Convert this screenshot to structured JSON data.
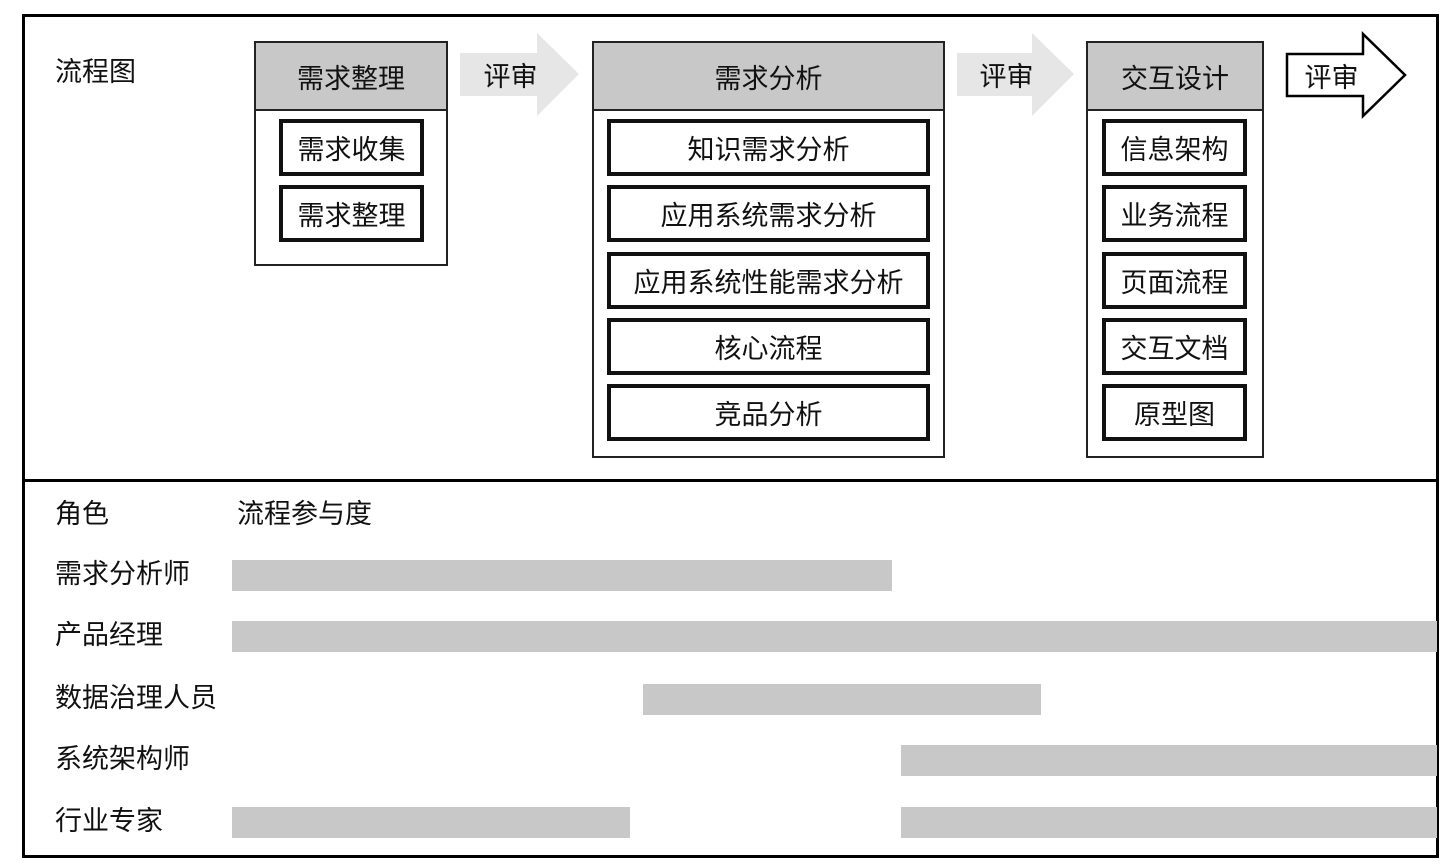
{
  "diagram_label": "流程图",
  "stages": [
    {
      "title": "需求整理",
      "items": [
        "需求收集",
        "需求整理"
      ]
    },
    {
      "title": "需求分析",
      "items": [
        "知识需求分析",
        "应用系统需求分析",
        "应用系统性能需求分析",
        "核心流程",
        "竞品分析"
      ]
    },
    {
      "title": "交互设计",
      "items": [
        "信息架构",
        "业务流程",
        "页面流程",
        "交互文档",
        "原型图"
      ]
    }
  ],
  "arrows": [
    "评审",
    "评审",
    "评审"
  ],
  "roles_header": "角色",
  "participation_header": "流程参与度",
  "roles": [
    {
      "name": "需求分析师",
      "segments_pct": [
        [
          0,
          54.8
        ]
      ]
    },
    {
      "name": "产品经理",
      "segments_pct": [
        [
          0,
          100
        ]
      ]
    },
    {
      "name": "数据治理人员",
      "segments_pct": [
        [
          34.1,
          67.1
        ]
      ]
    },
    {
      "name": "系统架构师",
      "segments_pct": [
        [
          55.5,
          100
        ]
      ]
    },
    {
      "name": "行业专家",
      "segments_pct": [
        [
          0,
          33
        ],
        [
          55.5,
          100
        ]
      ]
    }
  ],
  "colors": {
    "bar": "#c8c8c8",
    "header": "#c8c8c8",
    "arrow": "#e6e6e6"
  }
}
